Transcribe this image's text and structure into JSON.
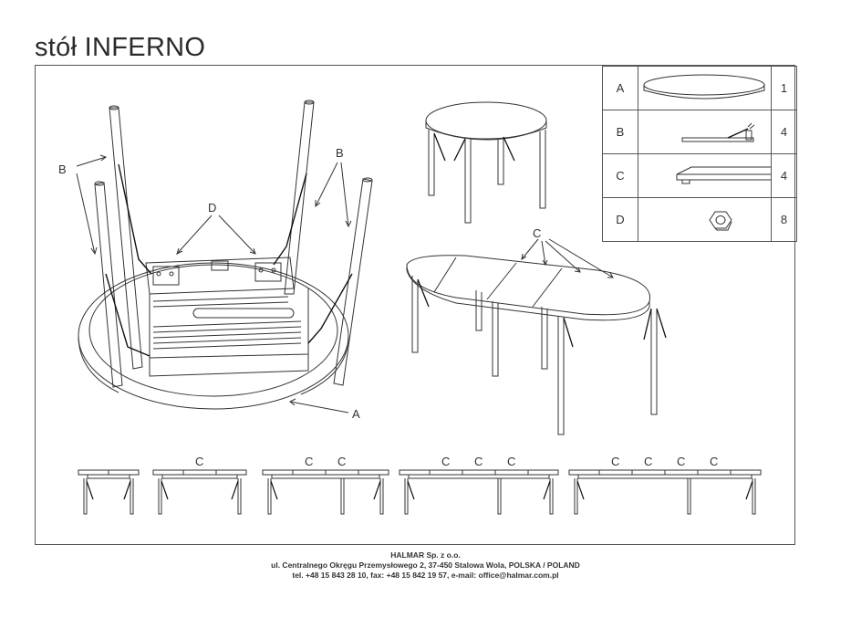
{
  "title": "stół INFERNO",
  "parts": [
    {
      "label": "A",
      "icon": "round-tabletop-icon",
      "qty": "1"
    },
    {
      "label": "B",
      "icon": "leg-bracket-icon",
      "qty": "4"
    },
    {
      "label": "C",
      "icon": "extension-leaf-icon",
      "qty": "4"
    },
    {
      "label": "D",
      "icon": "hex-nut-icon",
      "qty": "8"
    }
  ],
  "callouts": {
    "b_left": "B",
    "b_right": "B",
    "d": "D",
    "a": "A",
    "c_extended": "C"
  },
  "configurations": [
    {
      "leaves": []
    },
    {
      "leaves": [
        "C"
      ]
    },
    {
      "leaves": [
        "C",
        "C"
      ]
    },
    {
      "leaves": [
        "C",
        "C",
        "C"
      ]
    },
    {
      "leaves": [
        "C",
        "C",
        "C",
        "C"
      ]
    }
  ],
  "footer": {
    "company": "HALMAR Sp. z o.o.",
    "address": "ul. Centralnego Okręgu Przemysłowego 2, 37-450 Stalowa Wola, POLSKA / POLAND",
    "contact": "tel. +48 15 843 28 10, fax: +48 15 842 19 57, e-mail: office@halmar.com.pl"
  }
}
